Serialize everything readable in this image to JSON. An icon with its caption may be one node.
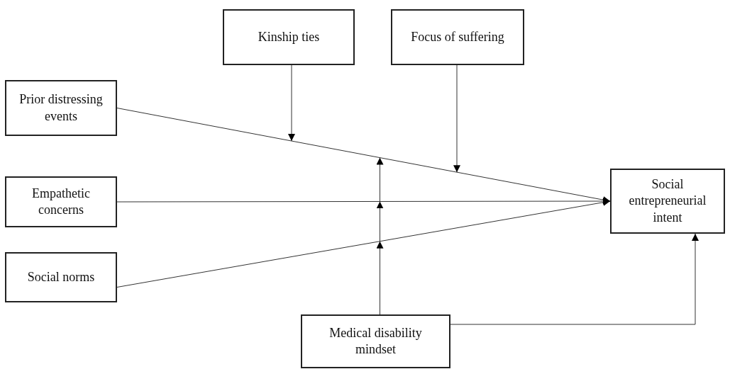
{
  "diagram": {
    "nodes": [
      {
        "text": [
          "Kinship ties"
        ]
      },
      {
        "text": [
          "Focus of suffering"
        ]
      },
      {
        "text": [
          "Prior distressing events"
        ]
      },
      {
        "text": [
          "Empathetic concerns"
        ]
      },
      {
        "text": [
          "Social norms"
        ]
      },
      {
        "text": [
          "Social entrepreneurial intent"
        ]
      },
      {
        "text": [
          "Medical disability mindset"
        ]
      }
    ],
    "edges": [
      {
        "from": 2,
        "to": 5,
        "arrow": "to"
      },
      {
        "from": 3,
        "to": 5,
        "arrow": "to"
      },
      {
        "from": 4,
        "to": 5,
        "arrow": "to"
      },
      {
        "from": 0,
        "to": null,
        "arrow": "to"
      },
      {
        "from": 1,
        "to": null,
        "arrow": "to"
      },
      {
        "from": 6,
        "to": null,
        "arrow": "to"
      },
      {
        "from": 6,
        "to": null,
        "arrow": "to"
      },
      {
        "from": 6,
        "to": null,
        "arrow": "to"
      },
      {
        "from": 6,
        "to": 5,
        "arrow": "to"
      }
    ]
  }
}
